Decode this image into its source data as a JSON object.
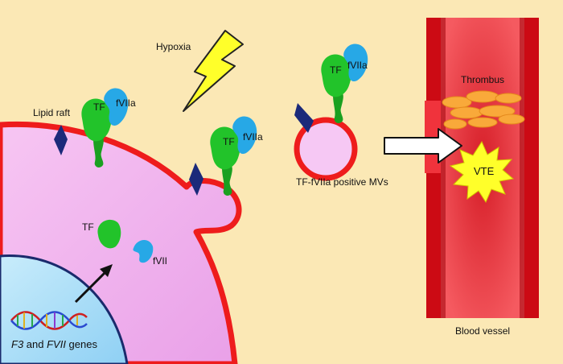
{
  "labels": {
    "hypoxia": "Hypoxia",
    "lipid_raft": "Lipid raft",
    "tf": "TF",
    "fviia": "fVIIa",
    "fvii": "fVII",
    "mv_label": "TF-fVIIa positive MVs",
    "thrombus": "Thrombus",
    "vte": "VTE",
    "blood_vessel": "Blood vessel",
    "genes_f3": "F3",
    "genes_and": " and ",
    "genes_fvii": "FVII",
    "genes_suffix": " genes"
  },
  "colors": {
    "background": "#fbe8b5",
    "cell_fill": "#f2b7f0",
    "cell_membrane": "#ee1c1c",
    "nucleus_fill": "#a9ddf7",
    "nucleus_border": "#1a2a6c",
    "tf_green": "#22c32a",
    "fviia_blue": "#27a8e6",
    "lipid_raft": "#1b2a7a",
    "lightning": "#ffff2a",
    "vessel_wall": "#cc0a14",
    "vessel_lumen": "#f0333c",
    "thrombus": "#f9a93a",
    "vte_burst": "#ffff2a"
  }
}
